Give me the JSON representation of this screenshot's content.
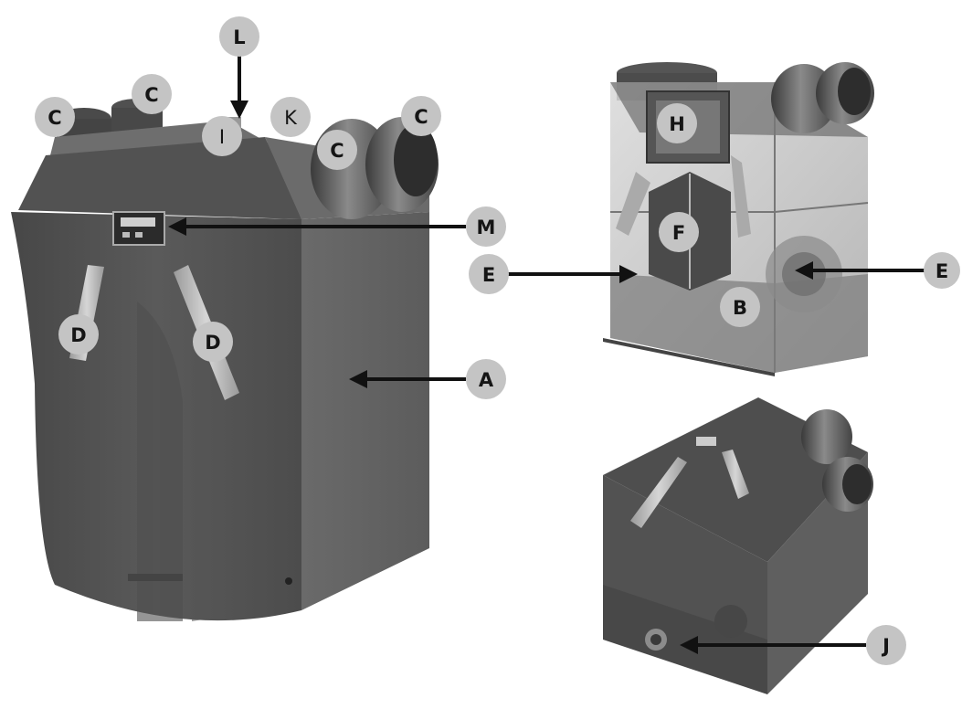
{
  "labels": {
    "L": "L",
    "C1": "C",
    "C2": "C",
    "C3": "C",
    "C4": "C",
    "I": "I",
    "K": "K",
    "M": "M",
    "D1": "D",
    "D2": "D",
    "A": "A",
    "H": "H",
    "F": "F",
    "E1": "E",
    "E2": "E",
    "B": "B",
    "J": "J"
  },
  "colors": {
    "label_fill": "#c4c4c4",
    "unit_body": "#5b5b5b",
    "unit_dark": "#3f3f3f",
    "arrow": "#111111"
  }
}
